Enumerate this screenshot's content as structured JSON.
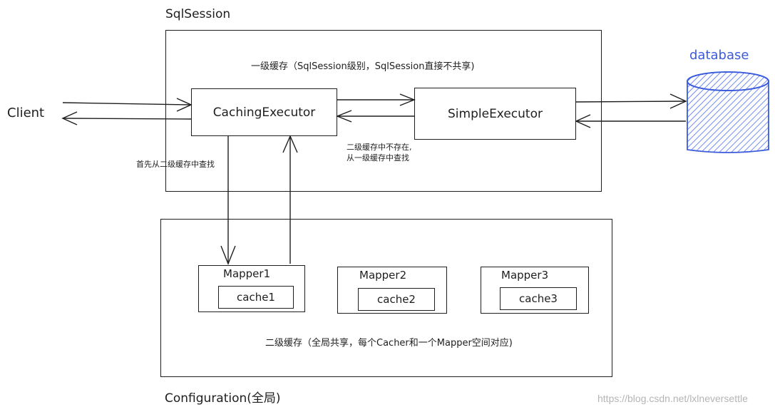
{
  "sqlsession": {
    "title": "SqlSession",
    "level1_note": "一级缓存（SqlSession级别，SqlSession直接不共享)"
  },
  "client": {
    "label": "Client"
  },
  "caching_executor": {
    "label": "CachingExecutor"
  },
  "simple_executor": {
    "label": "SimpleExecutor"
  },
  "database": {
    "label": "database",
    "color": "#3b5bdb"
  },
  "notes": {
    "first_lookup": "首先从二级缓存中查找",
    "miss_line1": "二级缓存中不存在,",
    "miss_line2": "从一级缓存中查找"
  },
  "configuration": {
    "title": "Configuration(全局)",
    "level2_note": "二级缓存（全局共享，每个Cacher和一个Mapper空间对应)"
  },
  "mappers": [
    {
      "name": "Mapper1",
      "cache": "cache1"
    },
    {
      "name": "Mapper2",
      "cache": "cache2"
    },
    {
      "name": "Mapper3",
      "cache": "cache3"
    }
  ],
  "watermark": "https://blog.csdn.net/lxlneversettle"
}
